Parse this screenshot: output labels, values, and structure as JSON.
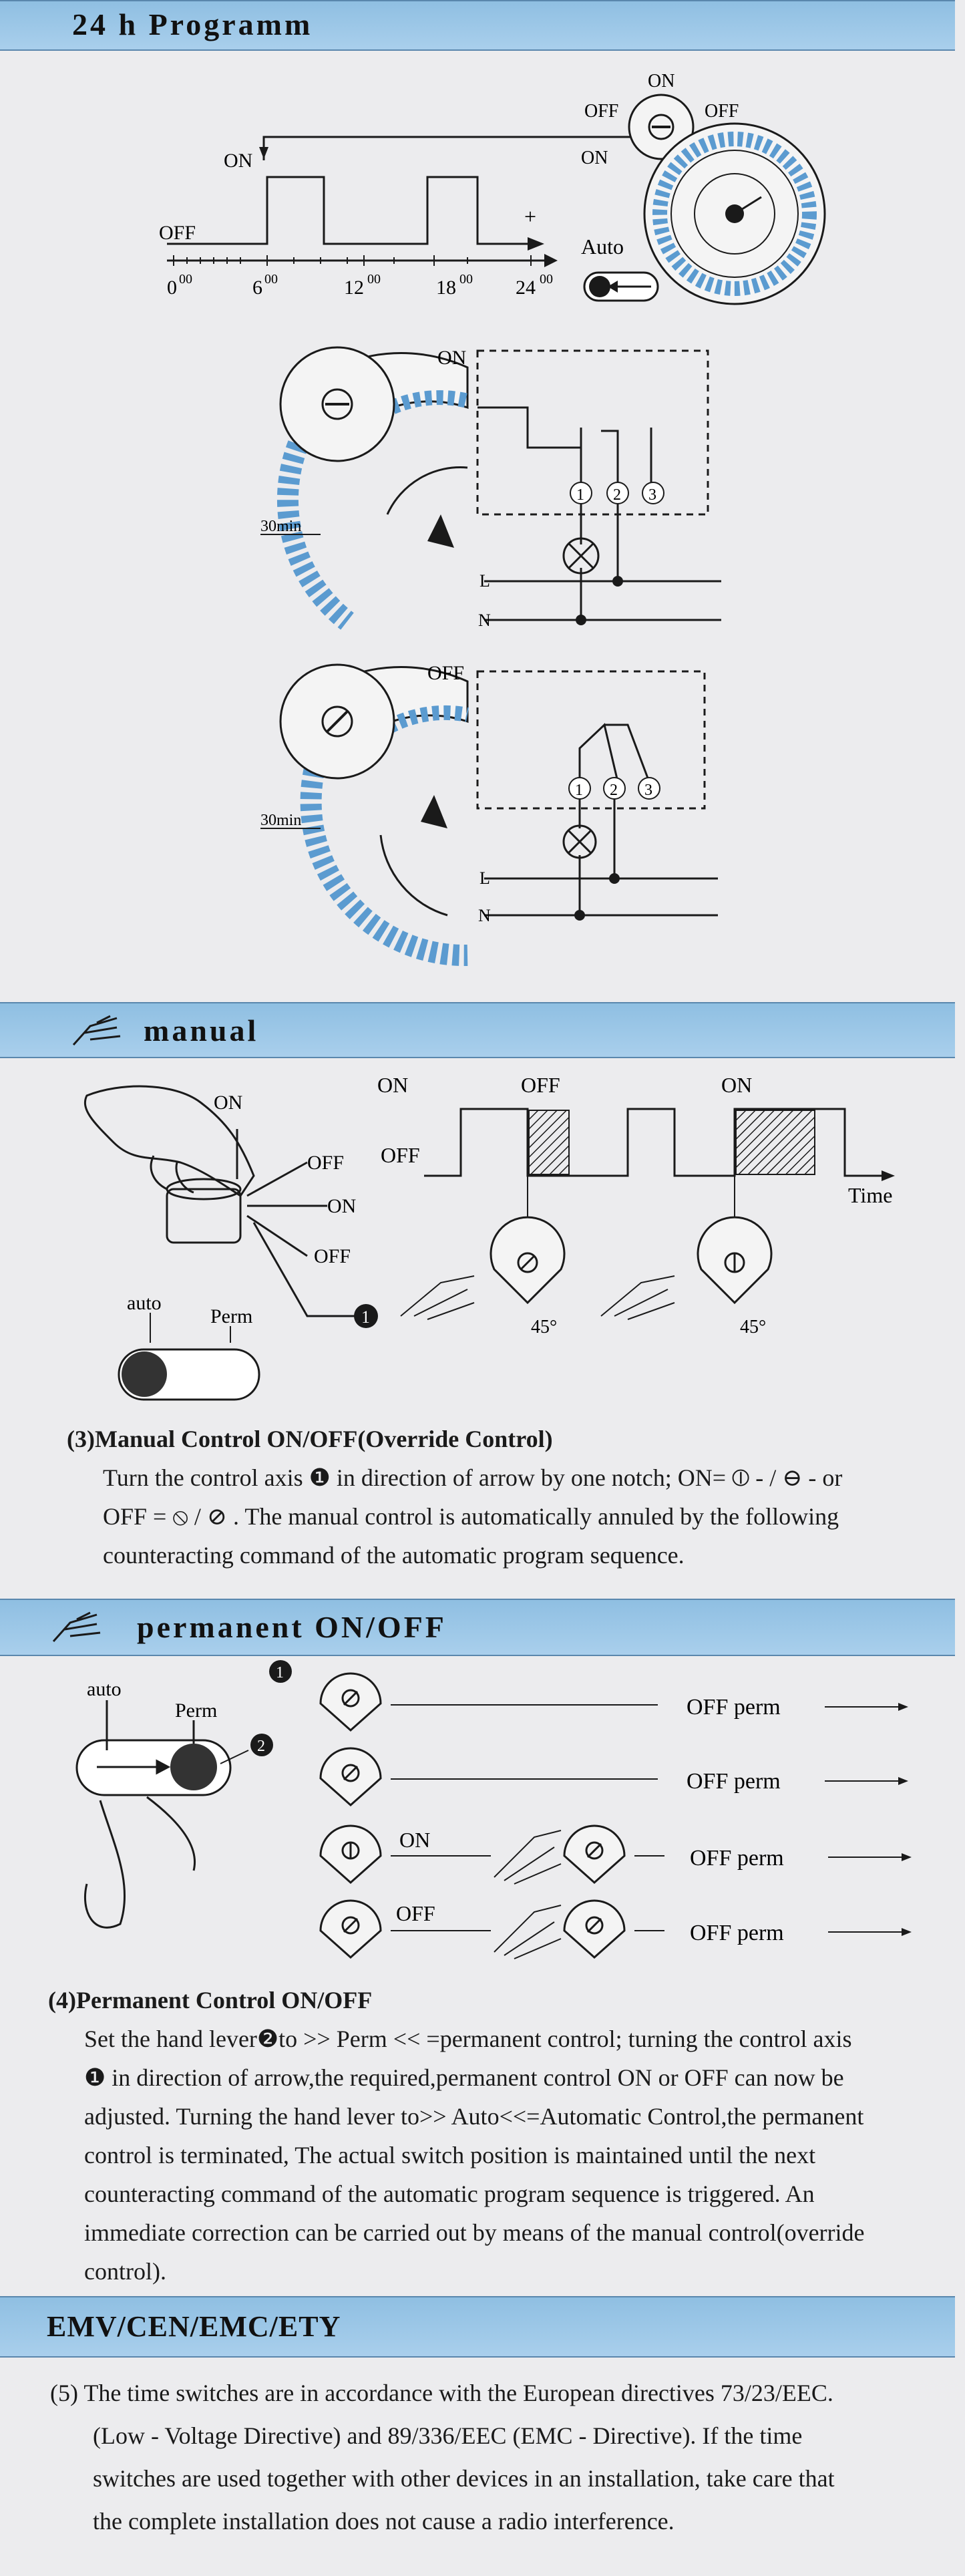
{
  "sections": {
    "programm": {
      "title": "24 h Programm"
    },
    "manual": {
      "title": "manual"
    },
    "permanent": {
      "title": "permanent ON/OFF"
    },
    "emv": {
      "title": "EMV/CEN/EMC/ETY"
    }
  },
  "programm_diagram": {
    "label_on": "ON",
    "label_off": "OFF",
    "label_plus": "+",
    "label_auto": "Auto",
    "dial_on": "ON",
    "dial_off_left": "OFF",
    "dial_off_right": "OFF",
    "dial_on_left": "ON",
    "ticks": [
      "0",
      "6",
      "12",
      "18",
      "24"
    ],
    "tick_sup": "00"
  },
  "wiring_on": {
    "state": "ON",
    "terminals": [
      "1",
      "2",
      "3"
    ],
    "label_l": "L",
    "label_n": "N",
    "label_30min": "30min"
  },
  "wiring_off": {
    "state": "OFF",
    "terminals": [
      "1",
      "2",
      "3"
    ],
    "label_l": "L",
    "label_n": "N",
    "label_30min": "30min"
  },
  "manual_diagram": {
    "hand_on": "ON",
    "hand_off": "OFF",
    "hand_on2": "ON",
    "hand_off2": "OFF",
    "label_auto": "auto",
    "label_perm": "Perm",
    "badge": "1",
    "timeline_on": "ON",
    "timeline_off_top": "OFF",
    "timeline_on_right": "ON",
    "timeline_off_left": "OFF",
    "label_time": "Time",
    "angle_1": "45°",
    "angle_2": "45°"
  },
  "manual_text": {
    "heading": "(3)Manual Control ON/OFF(Override Control)",
    "line1": "Turn the control axis ❶ in direction of arrow by one notch; ON= ⦶ - / ⊖ - or",
    "line2": "OFF = ⦸ / ⊘ . The manual control is automatically annuled by the following",
    "line3": "counteracting command of the automatic program sequence."
  },
  "permanent_diagram": {
    "label_auto": "auto",
    "label_perm": "Perm",
    "badge1": "1",
    "badge2": "2",
    "row_labels": [
      "OFF perm",
      "OFF perm",
      "OFF perm",
      "OFF perm"
    ],
    "row3_on": "ON",
    "row4_off": "OFF"
  },
  "permanent_text": {
    "heading": "(4)Permanent Control ON/OFF",
    "lines": [
      "Set the hand lever❷to >> Perm << =permanent control; turning the control axis",
      "❶ in direction of arrow,the required,permanent control ON or OFF can now be",
      "adjusted. Turning the hand lever to>> Auto<<=Automatic Control,the permanent",
      "control is terminated, The actual switch position is maintained until the next",
      "counteracting command of the automatic program sequence is triggered. An",
      "immediate correction can be carried out by means of the manual control(override",
      "control)."
    ]
  },
  "emv_text": {
    "lines": [
      "(5) The time switches are in accordance with the European directives 73/23/EEC.",
      "(Low - Voltage Directive) and 89/336/EEC (EMC - Directive). If the time",
      "switches are used together with other devices in an installation, take care that",
      "the complete installation does not cause a radio interference."
    ]
  },
  "colors": {
    "band": "#9fc8e8",
    "segment_blue": "#5b9bd0",
    "ink": "#1a1a1a"
  }
}
